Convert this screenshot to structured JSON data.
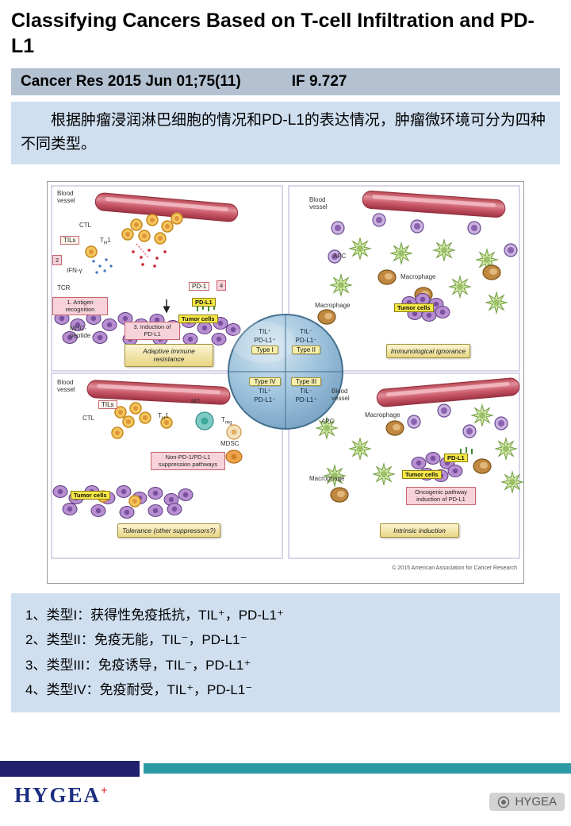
{
  "slide": {
    "title": "Classifying Cancers Based on T-cell Infiltration and PD-L1",
    "citation": "Cancer Res 2015 Jun 01;75(11)",
    "impact_factor": "IF 9.727",
    "summary": "根据肿瘤浸润淋巴细胞的情况和PD-L1的表达情况，肿瘤微环境可分为四种不同类型。",
    "type_list": [
      "1、类型I：获得性免疫抵抗，TIL⁺，PD-L1⁺",
      "2、类型II：免疫无能，TIL⁻，PD-L1⁻",
      "3、类型III：免疫诱导，TIL⁻，PD-L1⁺",
      "4、类型IV：免疫耐受，TIL⁺，PD-L1⁻"
    ]
  },
  "figure": {
    "tl": {
      "blood_vessel": "Blood vessel",
      "ctl": "CTL",
      "tils": "TILs",
      "th1_pre": "T",
      "th1_sub": "H",
      "th1_post": "1",
      "step2": "2",
      "ifn": "IFN-γ",
      "tcr": "TCR",
      "step1": "1. Antigen recognition",
      "mhc": "MHC-peptide",
      "step3": "3. Induction of PD-L1",
      "pd1": "PD-1",
      "step4": "4",
      "pdl1": "PD-L1",
      "tumor": "Tumor cells",
      "banner": "Adaptive immune resistance"
    },
    "tr": {
      "blood_vessel": "Blood vessel",
      "apc": "APC",
      "macrophage1": "Macrophage",
      "macrophage2": "Macrophage",
      "tumor": "Tumor cells",
      "banner": "Immunological ignorance"
    },
    "bl": {
      "blood_vessel": "Blood vessel",
      "tils": "TILs",
      "ctl": "CTL",
      "th1_pre": "T",
      "th1_sub": "H",
      "th1_post": "1",
      "m2": "M2",
      "treg_pre": "T",
      "treg_sub": "reg",
      "mdsc": "MDSC",
      "suppression": "Non-PD-1/PD-L1 suppression pathways",
      "tumor": "Tumor cells",
      "banner": "Tolerance (other suppressors?)"
    },
    "br": {
      "blood_vessel": "Blood vessel",
      "apc": "APC",
      "macrophage1": "Macrophage",
      "macrophage2": "Macrophage",
      "pdl1": "PD-L1",
      "tumor": "Tumor cells",
      "oncogenic": "Oncogenic pathway induction of PD-L1",
      "banner": "Intrinsic induction"
    },
    "center": {
      "q1_til": "TIL⁺",
      "q1_pdl1": "PD-L1⁺",
      "q1_type": "Type I",
      "q2_til": "TIL⁻",
      "q2_pdl1": "PD-L1⁻",
      "q2_type": "Type II",
      "q3_til": "TIL⁻",
      "q3_pdl1": "PD-L1⁺",
      "q3_type": "Type III",
      "q4_til": "TIL⁺",
      "q4_pdl1": "PD-L1⁻",
      "q4_type": "Type IV"
    },
    "copyright": "© 2015 American Association for Cancer Research"
  },
  "footer": {
    "logo": "HYGEA",
    "logo_plus": "+",
    "watermark": "HYGEA"
  },
  "colors": {
    "citebar_bg": "#b3c1d1",
    "box_bg": "#cfdff0",
    "navy": "#20206e",
    "teal": "#2d99a4",
    "logo_blue": "#1c2e80",
    "logo_red": "#e0181f",
    "highlight_yellow": "#f5e845"
  }
}
